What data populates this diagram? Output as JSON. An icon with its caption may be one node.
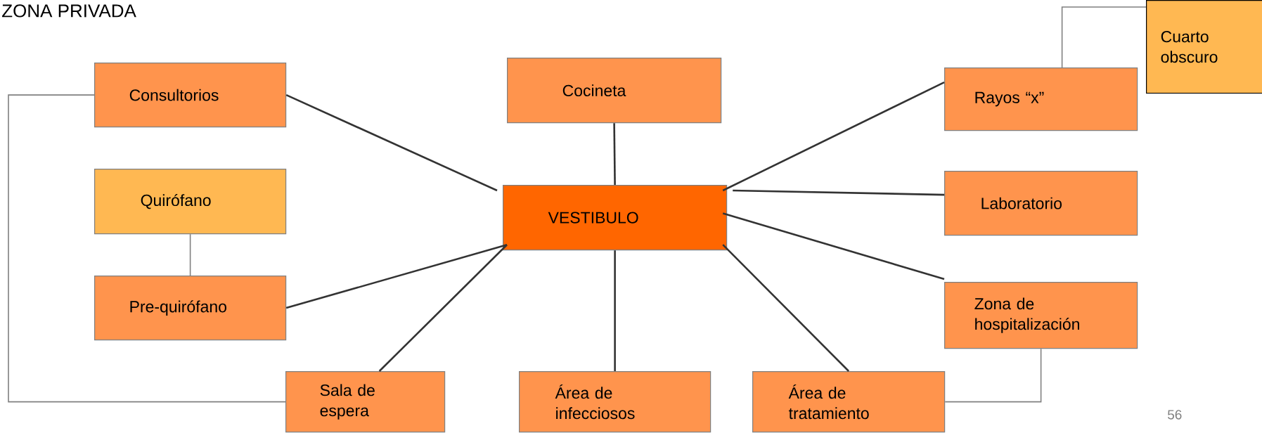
{
  "diagram": {
    "title": "ZONA PRIVADA",
    "nodes": [
      {
        "text": [
          "Consultorios"
        ]
      },
      {
        "text": [
          "Cocineta"
        ]
      },
      {
        "text": [
          "Cuarto obscuro"
        ]
      },
      {
        "text": [
          "Rayos “x”"
        ]
      },
      {
        "text": [
          "Quirófano"
        ]
      },
      {
        "text": [
          "VESTIBULO"
        ]
      },
      {
        "text": [
          "Laboratorio"
        ]
      },
      {
        "text": [
          "Pre-quirófano"
        ]
      },
      {
        "text": [
          "Zona de hospitalización"
        ]
      },
      {
        "text": [
          "Sala de espera"
        ]
      },
      {
        "text": [
          "Área de infecciosos"
        ]
      },
      {
        "text": [
          "Área de tratamiento"
        ]
      }
    ],
    "edges": [
      {
        "from": 0,
        "to": 5,
        "arrow": "none"
      },
      {
        "from": 1,
        "to": 5,
        "arrow": "none"
      },
      {
        "from": 3,
        "to": 5,
        "arrow": "none"
      },
      {
        "from": 6,
        "to": 5,
        "arrow": "none"
      },
      {
        "from": 8,
        "to": 5,
        "arrow": "none"
      },
      {
        "from": 7,
        "to": 5,
        "arrow": "none"
      },
      {
        "from": 9,
        "to": 5,
        "arrow": "none"
      },
      {
        "from": 10,
        "to": 5,
        "arrow": "none"
      },
      {
        "from": 11,
        "to": 5,
        "arrow": "none"
      },
      {
        "from": 4,
        "to": 7,
        "arrow": "none",
        "color": "#808080"
      },
      {
        "from": 2,
        "to": 3,
        "arrow": "none",
        "color": "#808080"
      },
      {
        "from": 0,
        "to": 9,
        "arrow": "none",
        "color": "#808080"
      },
      {
        "from": 8,
        "to": 11,
        "arrow": "none",
        "color": "#808080"
      }
    ],
    "labels": [
      "56"
    ]
  }
}
